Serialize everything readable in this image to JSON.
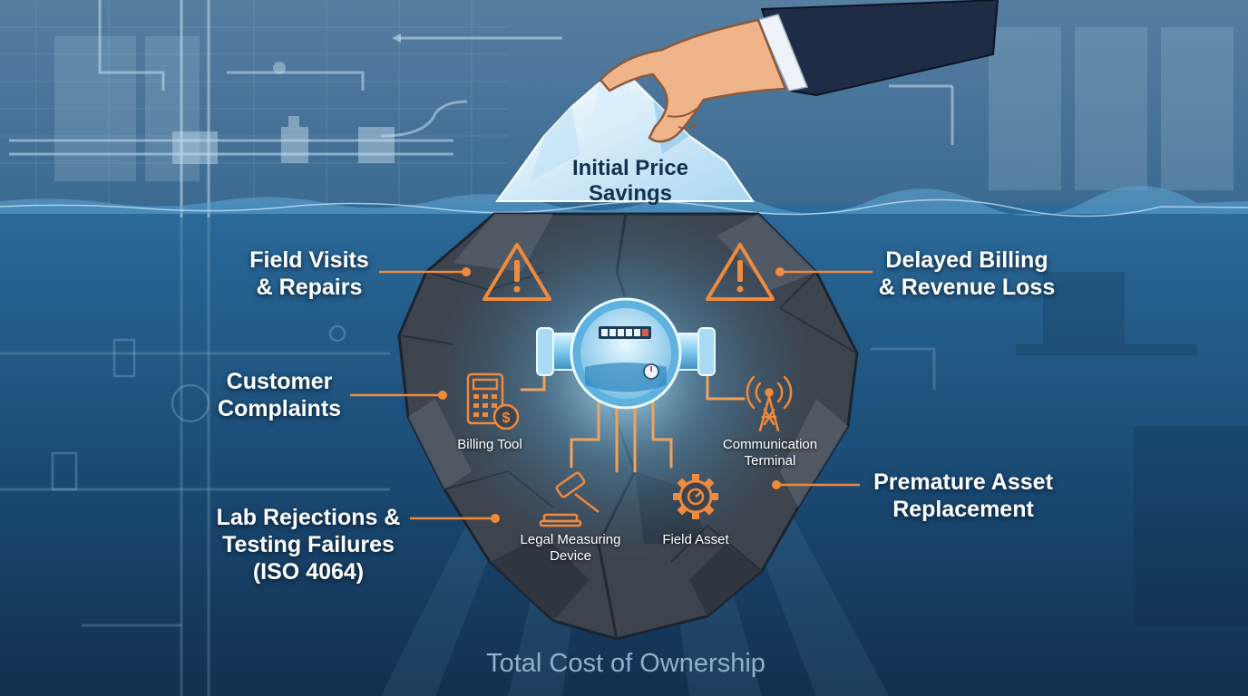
{
  "tip": {
    "line1": "Initial Price",
    "line2": "Savings"
  },
  "left_labels": {
    "field_visits": {
      "line1": "Field Visits",
      "line2": "& Repairs"
    },
    "customer_complaints": {
      "line1": "Customer",
      "line2": "Complaints"
    },
    "lab_rejections": {
      "line1": "Lab Rejections &",
      "line2": "Testing Failures",
      "line3": "(ISO 4064)"
    }
  },
  "right_labels": {
    "delayed_billing": {
      "line1": "Delayed Billing",
      "line2": "& Revenue Loss"
    },
    "premature_replacement": {
      "line1": "Premature Asset",
      "line2": "Replacement"
    }
  },
  "meter_roles": {
    "billing_tool": "Billing Tool",
    "communication": {
      "line1": "Communication",
      "line2": "Terminal"
    },
    "legal_device": {
      "line1": "Legal Measuring",
      "line2": "Device"
    },
    "field_asset": "Field Asset"
  },
  "footer": "Total Cost of Ownership",
  "colors": {
    "accent": "#f08a3c",
    "water": "#1f5a86",
    "sky": "#3f6f95",
    "rock": "#3a4049",
    "glow": "#7fd4ff"
  }
}
